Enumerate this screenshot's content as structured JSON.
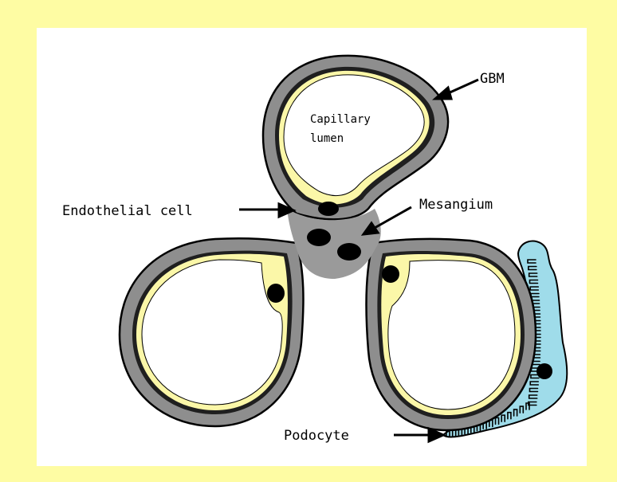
{
  "diagram": {
    "labels": {
      "gbm": "GBM",
      "capillary_line1": "Capillary",
      "capillary_line2": "lumen",
      "endothelial_cell": "Endothelial cell",
      "mesangium": "Mesangium",
      "podocyte": "Podocyte"
    },
    "colors": {
      "background": "#fefca3",
      "panel": "#ffffff",
      "basement_membrane": "#8e8e8e",
      "endothelium": "#fbf7a8",
      "mesangium": "#9a9a9a",
      "nucleus": "#000000",
      "podocyte": "#9fdcea"
    }
  }
}
